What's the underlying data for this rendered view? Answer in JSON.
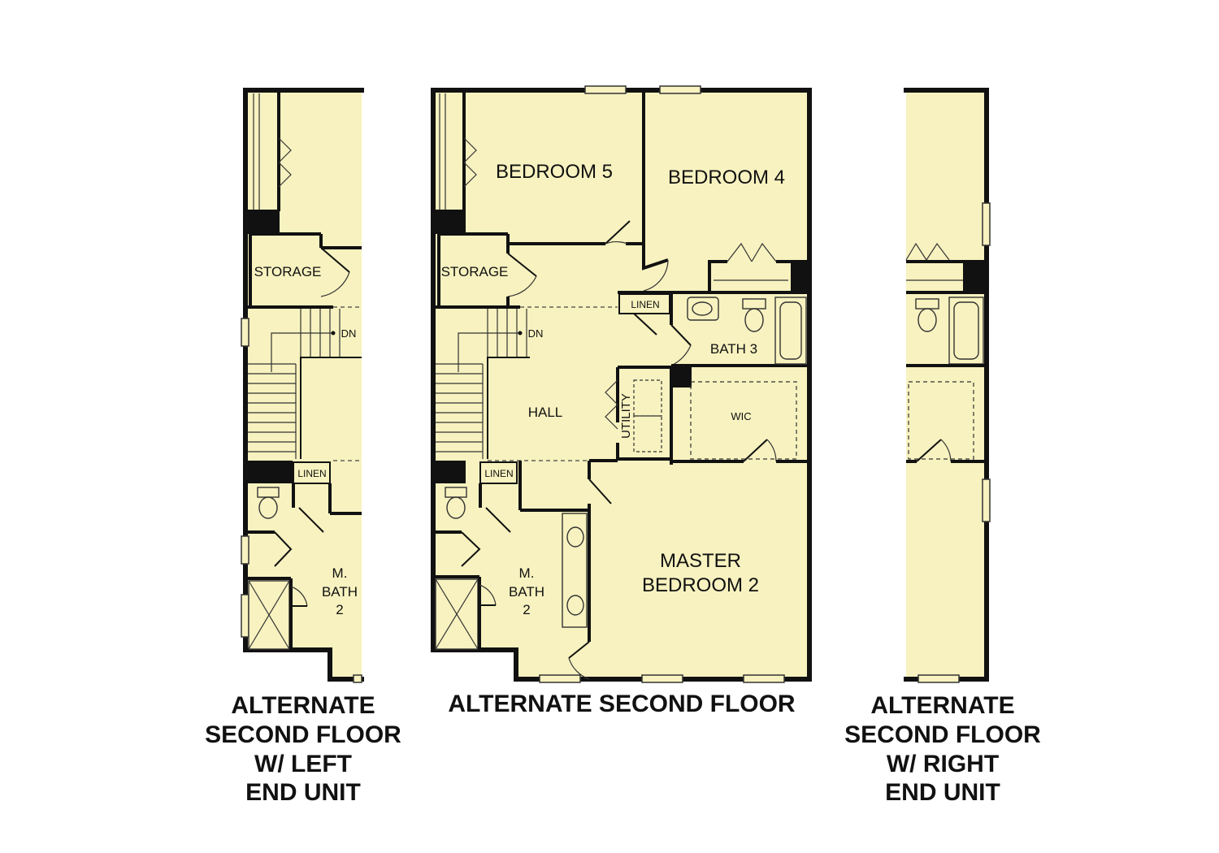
{
  "captions": {
    "left": [
      "ALTERNATE",
      "SECOND FLOOR",
      "W/ LEFT",
      "END UNIT"
    ],
    "center": "ALTERNATE SECOND FLOOR",
    "right": [
      "ALTERNATE",
      "SECOND FLOOR",
      "W/ RIGHT",
      "END UNIT"
    ]
  },
  "rooms": {
    "bedroom5": "BEDROOM 5",
    "bedroom4": "BEDROOM 4",
    "storage": "STORAGE",
    "linen": "LINEN",
    "dn": "DN",
    "bath3": "BATH 3",
    "hall": "HALL",
    "utility": "UTILITY",
    "wic": "WIC",
    "master_line1": "MASTER",
    "master_line2": "BEDROOM 2",
    "mbath_line1": "M.",
    "mbath_line2": "BATH",
    "mbath_line3": "2"
  },
  "colors": {
    "floor": "#f7f2bf",
    "wall": "#111111"
  }
}
